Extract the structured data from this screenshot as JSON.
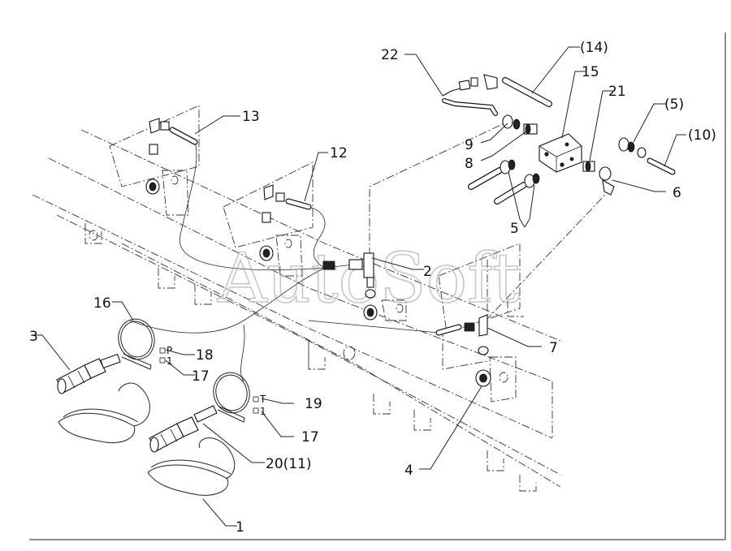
{
  "watermark": "AutoSoft",
  "callouts": {
    "c1": "1",
    "c2": "2",
    "c3": "3",
    "c4": "4",
    "c5": "5",
    "c6": "6",
    "c7": "7",
    "c8": "8",
    "c9": "9",
    "c12": "12",
    "c13": "13",
    "c14": "(14)",
    "c15": "15",
    "c16": "16",
    "c17a": "17",
    "c17b": "17",
    "c18": "18",
    "c19": "19",
    "c20": "20(11)",
    "c21": "21",
    "c22": "22",
    "c5b": "(5)",
    "c10": "(10)"
  },
  "tags": {
    "p": "P",
    "one_a": "1",
    "t": "T",
    "one_b": "1"
  }
}
